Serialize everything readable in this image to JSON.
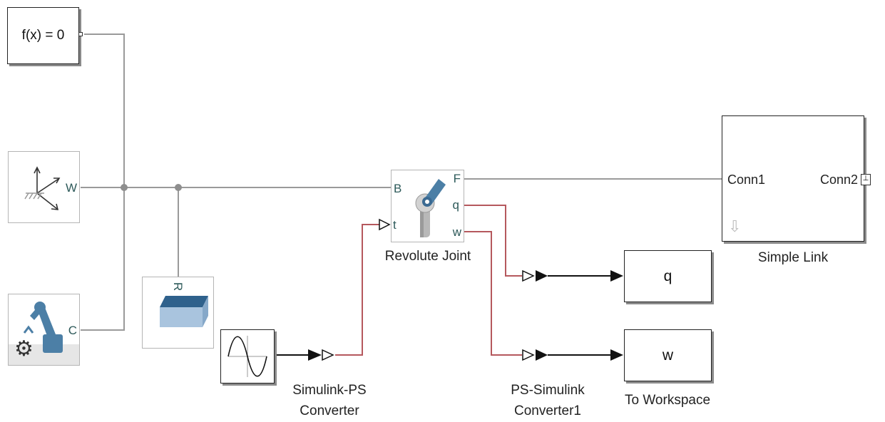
{
  "blocks": {
    "solver": {
      "text": "f(x) = 0"
    },
    "world_frame": {
      "port": "W"
    },
    "mechanism_config": {
      "port": "C"
    },
    "rigid_transform": {
      "port": "R"
    },
    "revolute_joint": {
      "label": "Revolute Joint",
      "ports": {
        "base": "B",
        "follower": "F",
        "torque": "t",
        "position": "q",
        "velocity": "w"
      }
    },
    "simple_link": {
      "label": "Simple Link",
      "conn1": "Conn1",
      "conn2": "Conn2"
    },
    "sine_wave": {},
    "simulink_ps": {
      "label_line1": "Simulink-PS",
      "label_line2": "Converter"
    },
    "ps_simulink": {
      "label_line1": "PS-Simulink",
      "label_line2": "Converter1"
    },
    "workspace_q": {
      "text": "q"
    },
    "workspace_w": {
      "text": "w",
      "label": "To Workspace"
    }
  },
  "colors": {
    "physical_line": "#9a9a9a",
    "ps_signal_line": "#b5585d",
    "signal_line": "#111111",
    "port_text": "#2e5a5a",
    "mechanism_blue": "#4c7fa6"
  }
}
